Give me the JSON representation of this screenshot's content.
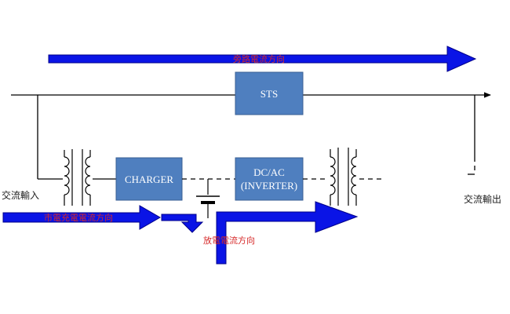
{
  "blocks": {
    "sts": "STS",
    "charger": "CHARGER",
    "inverter_line1": "DC/AC",
    "inverter_line2": "(INVERTER)"
  },
  "labels": {
    "ac_input": "交流輸入",
    "ac_output": "交流輸出",
    "discharge_flow": "放電電流方向",
    "bypass_flow": "旁路電流方向",
    "charge_flow": "市電充電電流方向"
  },
  "colors": {
    "arrow": "#0a14e6",
    "block_fill": "#4f7fbf",
    "block_stroke": "#3a5f93",
    "line": "#000000",
    "flow_text": "#d62828"
  }
}
